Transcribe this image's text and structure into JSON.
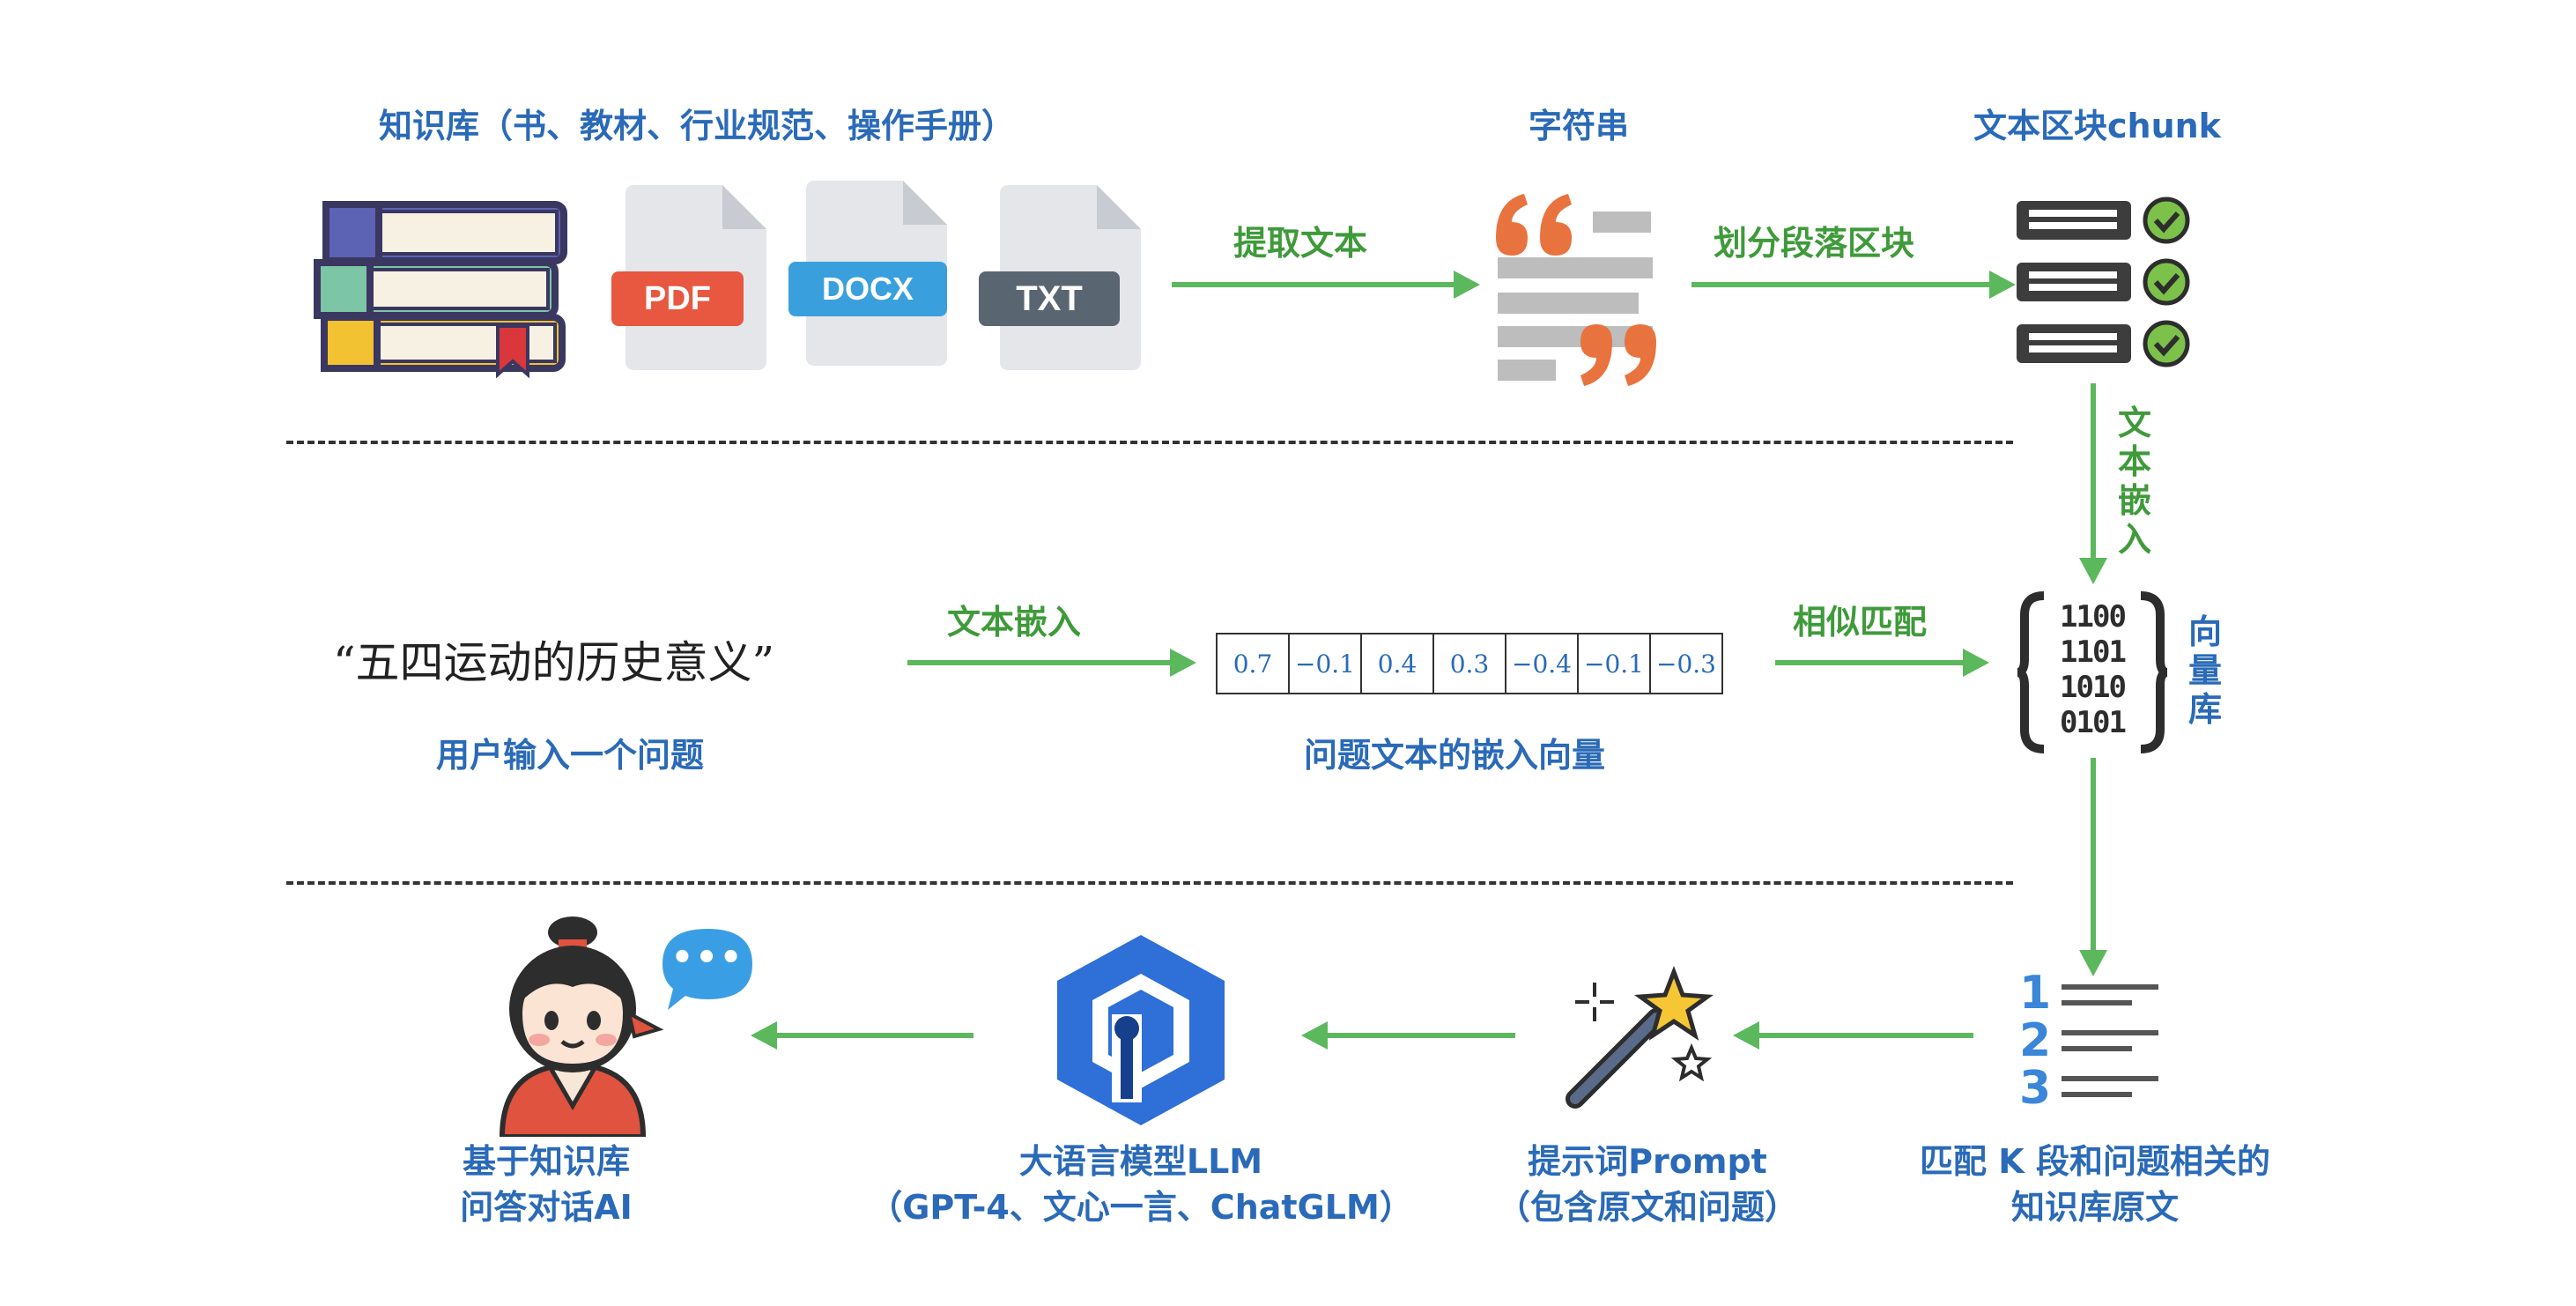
{
  "labels": {
    "knowledge_base": "知识库（书、教材、行业规范、操作手册）",
    "string": "字符串",
    "chunk": "文本区块chunk",
    "vector_db": "向量库",
    "query_text": "“五四运动的历史意义”",
    "user_input": "用户输入一个问题",
    "query_vector": "问题文本的嵌入向量",
    "matched_line1": "匹配 K 段和问题相关的",
    "matched_line2": "知识库原文",
    "prompt_line1": "提示词Prompt",
    "prompt_line2": "（包含原文和问题）",
    "llm_line1": "大语言模型LLM",
    "llm_line2": "（GPT-4、文心一言、ChatGLM）",
    "ai_line1": "基于知识库",
    "ai_line2": "问答对话AI"
  },
  "arrows": {
    "extract": "提取文本",
    "split": "划分段落区块",
    "embed_chunks": "文本嵌入",
    "embed_query": "文本嵌入",
    "similarity": "相似匹配"
  },
  "doc_types": [
    "PDF",
    "DOCX",
    "TXT"
  ],
  "doc_colors": [
    "#e8573f",
    "#3aa0dd",
    "#5a6572"
  ],
  "embedding_vector": [
    "0.7",
    "−0.1",
    "0.4",
    "0.3",
    "−0.4",
    "−0.1",
    "−0.3"
  ],
  "binary_rows": [
    "1100",
    "1101",
    "1010",
    "0101"
  ],
  "list_numbers": [
    "1",
    "2",
    "3"
  ],
  "chat_bubble": "•••",
  "icons": [
    "books-icon",
    "pdf-file-icon",
    "docx-file-icon",
    "txt-file-icon",
    "quote-text-icon",
    "chunk-list-icon",
    "vector-db-icon",
    "ranked-list-icon",
    "magic-wand-icon",
    "llm-cube-icon",
    "ai-avatar-icon"
  ]
}
